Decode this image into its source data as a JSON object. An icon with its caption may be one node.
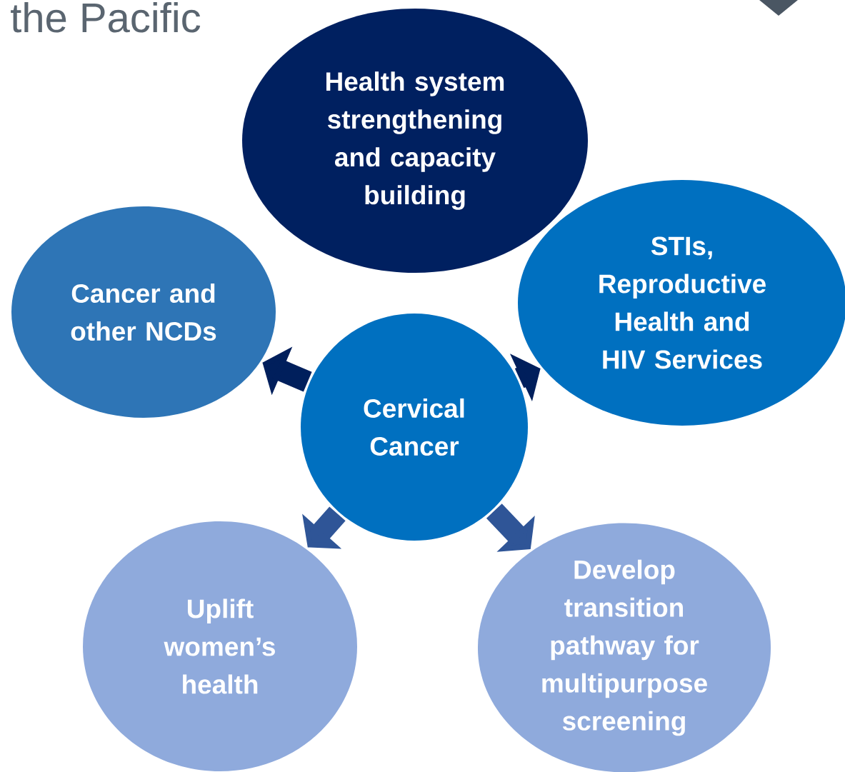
{
  "diagram": {
    "nodes": [
      {
        "text": [
          "Health system strengthening and capacity building"
        ]
      },
      {
        "text": [
          "Cancer and other NCDs"
        ]
      },
      {
        "text": [
          "STIs, Reproductive Health and HIV Services"
        ]
      },
      {
        "text": [
          "Cervical Cancer"
        ]
      },
      {
        "text": [
          "Uplift women’s health"
        ]
      },
      {
        "text": [
          "Develop transition pathway for multipurpose screening"
        ]
      }
    ],
    "edges": [
      {
        "from": 3,
        "to": 1,
        "arrow": "to",
        "color": "#001f5c"
      },
      {
        "from": 3,
        "to": 2,
        "arrow": "to",
        "color": "#001f5c"
      },
      {
        "from": 3,
        "to": 4,
        "arrow": "to"
      },
      {
        "from": 3,
        "to": 5,
        "arrow": "to"
      }
    ],
    "labels": [
      "the Pacific"
    ]
  }
}
